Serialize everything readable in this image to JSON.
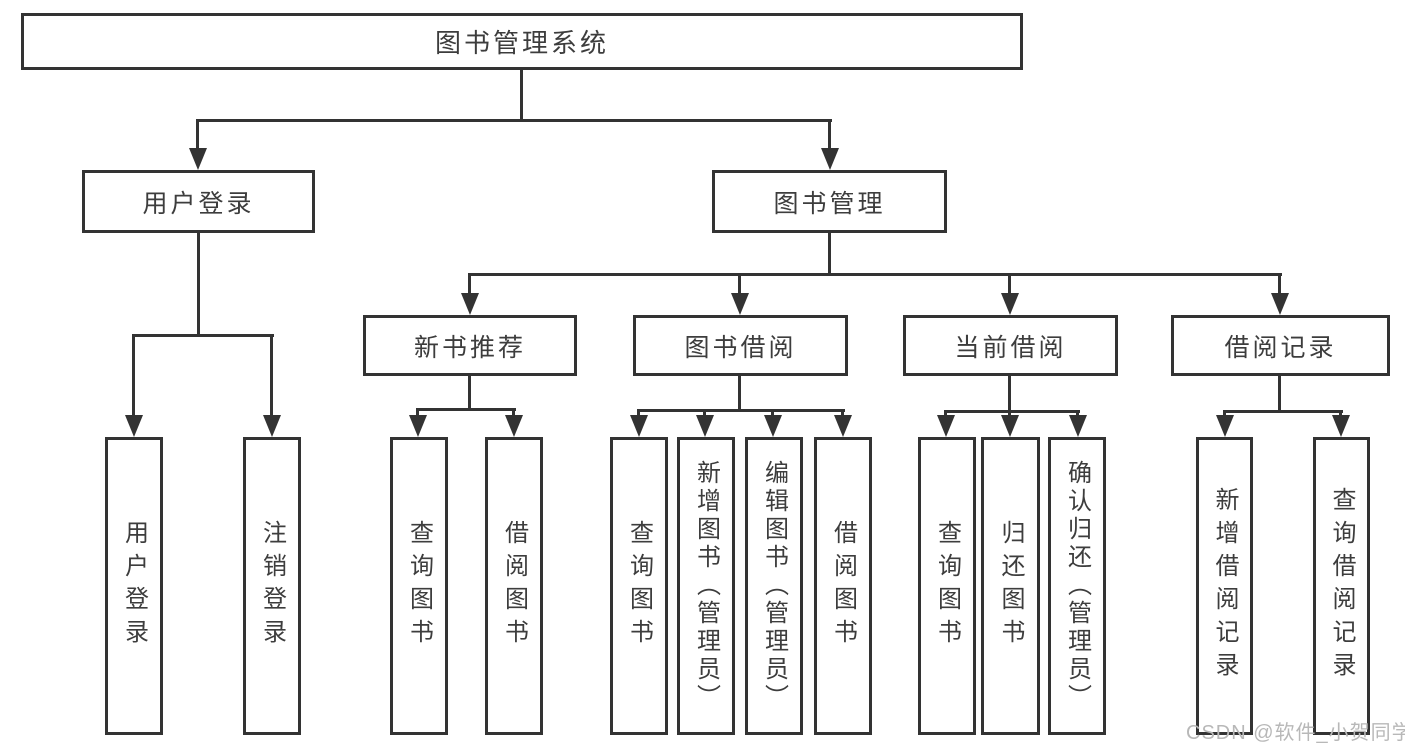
{
  "diagram": {
    "type": "hierarchy-tree",
    "title": "图书管理系统",
    "watermark": "CSDN @软件_小贺同学",
    "colors": {
      "line": "#333333",
      "border": "#333333",
      "text": "#3d3d3d",
      "watermark": "#b8b8b8",
      "background": "#ffffff"
    },
    "root": {
      "label": "图书管理系统"
    },
    "level2": {
      "user_login": {
        "label": "用户登录"
      },
      "book_mgmt": {
        "label": "图书管理"
      }
    },
    "level3": {
      "new_books": {
        "label": "新书推荐"
      },
      "book_borrow": {
        "label": "图书借阅"
      },
      "current_borrow": {
        "label": "当前借阅"
      },
      "borrow_records": {
        "label": "借阅记录"
      }
    },
    "level4": {
      "user_login_items": [
        "用户登录",
        "注销登录"
      ],
      "new_books_items": [
        "查询图书",
        "借阅图书"
      ],
      "book_borrow_items": [
        "查询图书",
        "新增图书（管理员）",
        "编辑图书（管理员）",
        "借阅图书"
      ],
      "current_borrow_items": [
        "查询图书",
        "归还图书",
        "确认归还（管理员）"
      ],
      "borrow_records_items": [
        "新增借阅记录",
        "查询借阅记录"
      ]
    },
    "tree": {
      "label": "图书管理系统",
      "children": [
        {
          "label": "用户登录",
          "children": [
            {
              "label": "用户登录"
            },
            {
              "label": "注销登录"
            }
          ]
        },
        {
          "label": "图书管理",
          "children": [
            {
              "label": "新书推荐",
              "children": [
                {
                  "label": "查询图书"
                },
                {
                  "label": "借阅图书"
                }
              ]
            },
            {
              "label": "图书借阅",
              "children": [
                {
                  "label": "查询图书"
                },
                {
                  "label": "新增图书（管理员）"
                },
                {
                  "label": "编辑图书（管理员）"
                },
                {
                  "label": "借阅图书"
                }
              ]
            },
            {
              "label": "当前借阅",
              "children": [
                {
                  "label": "查询图书"
                },
                {
                  "label": "归还图书"
                },
                {
                  "label": "确认归还（管理员）"
                }
              ]
            },
            {
              "label": "借阅记录",
              "children": [
                {
                  "label": "新增借阅记录"
                },
                {
                  "label": "查询借阅记录"
                }
              ]
            }
          ]
        }
      ]
    }
  }
}
